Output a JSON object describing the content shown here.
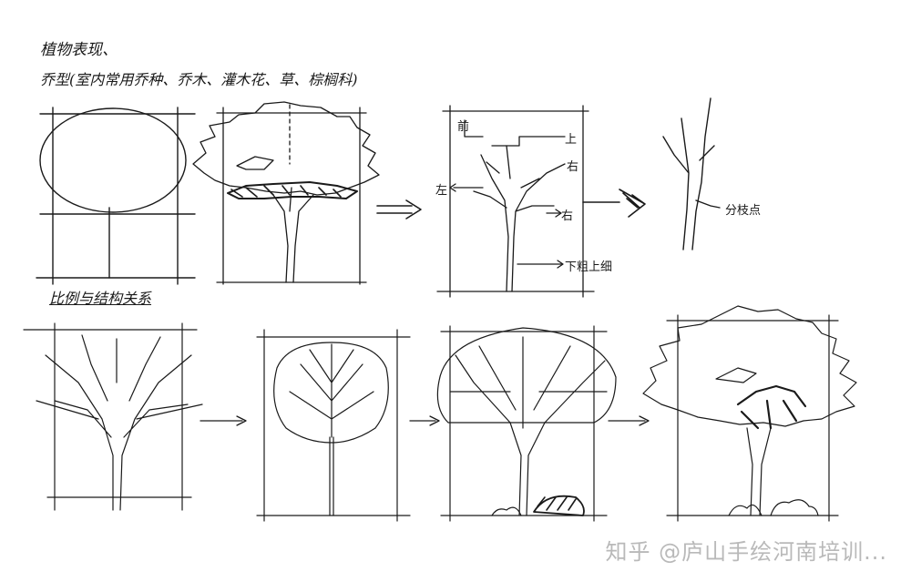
{
  "heading": {
    "title": "植物表现、",
    "subtitle": "乔型(室内常用乔种、乔木、灌木花、草、棕榈科)",
    "section2": "比例与结构关系"
  },
  "labels": {
    "front": "前",
    "top": "上",
    "left": "左",
    "right_upper": "右",
    "right_lower": "右",
    "trunk": "下粗上细",
    "branch_point": "分枝点"
  },
  "watermark": {
    "text": "知乎 @庐山手绘河南培训..."
  }
}
